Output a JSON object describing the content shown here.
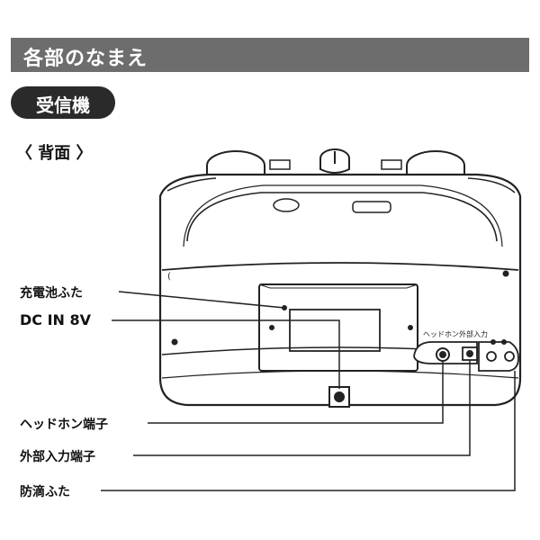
{
  "header": {
    "title": "各部のなまえ"
  },
  "section": {
    "label": "受信機"
  },
  "view": {
    "label": "〈 背面 〉"
  },
  "callouts": {
    "battery_cover": "充電池ふた",
    "dc_in": "DC IN 8V",
    "headphone_jack": "ヘッドホン端子",
    "external_input": "外部入力端子",
    "waterproof_cover": "防滴ふた"
  },
  "device_labels": {
    "headphone_small": "ヘッドホン",
    "external_small": "外部入力"
  }
}
